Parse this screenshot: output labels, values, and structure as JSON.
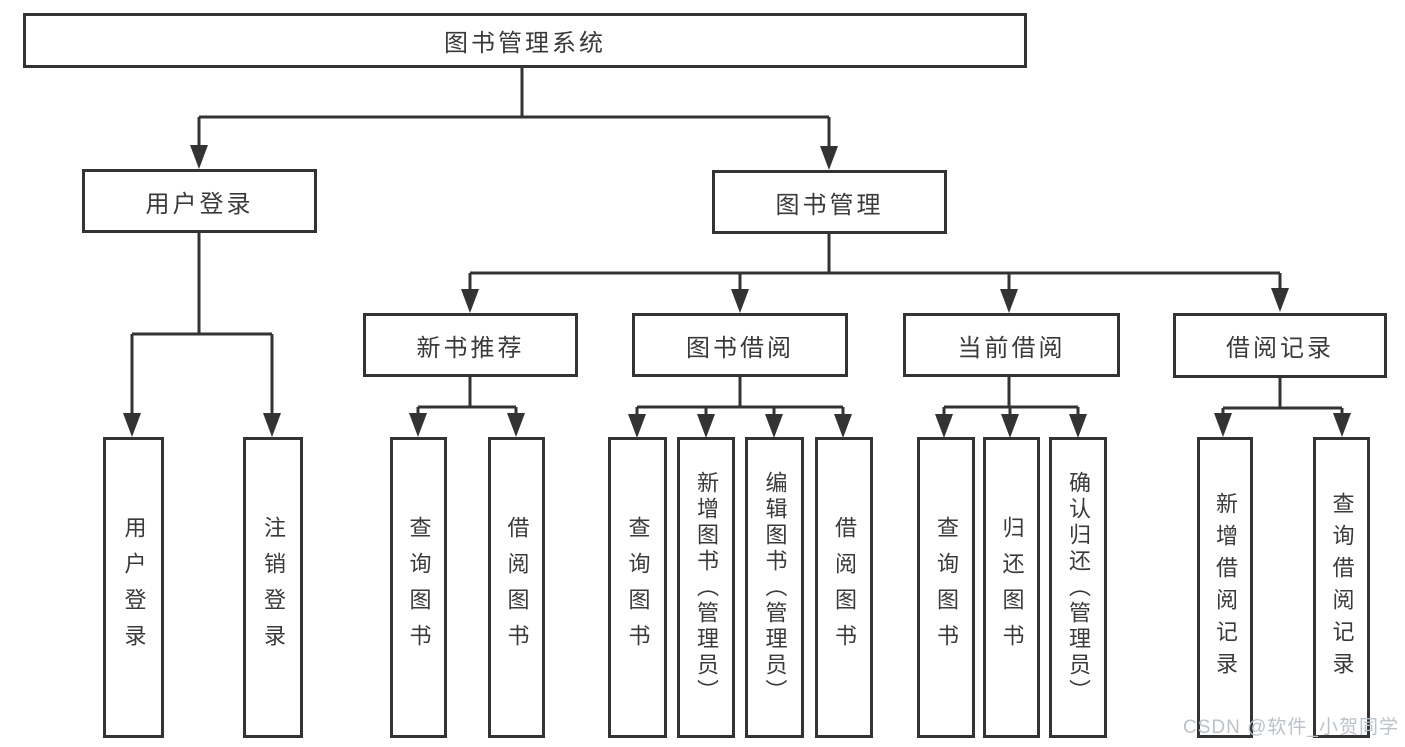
{
  "tree": {
    "root": "图书管理系统",
    "branches": [
      {
        "label": "用户登录",
        "children": [
          "用户登录",
          "注销登录"
        ]
      },
      {
        "label": "图书管理",
        "sub": [
          {
            "label": "新书推荐",
            "children": [
              "查询图书",
              "借阅图书"
            ]
          },
          {
            "label": "图书借阅",
            "children": [
              "查询图书",
              "新增图书（管理员）",
              "编辑图书（管理员）",
              "借阅图书"
            ]
          },
          {
            "label": "当前借阅",
            "children": [
              "查询图书",
              "归还图书",
              "确认归还（管理员）"
            ]
          },
          {
            "label": "借阅记录",
            "children": [
              "新增借阅记录",
              "查询借阅记录"
            ]
          }
        ]
      }
    ]
  },
  "watermark": {
    "text": "CSDN @软件_小贺同学"
  },
  "colors": {
    "line": "#333333",
    "text": "#3a3a3a",
    "watermark": "#bcc2c9",
    "background": "#ffffff"
  }
}
